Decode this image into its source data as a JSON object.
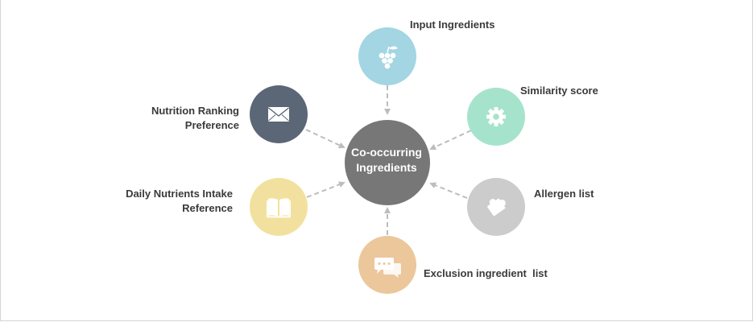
{
  "center": {
    "label_line1": "Co-occurring",
    "label_line2": "Ingredients",
    "color": "#777777"
  },
  "nodes": [
    {
      "id": "input",
      "label": "Input Ingredients",
      "color": "#a3d5e3",
      "icon": "grapes-icon"
    },
    {
      "id": "similarity",
      "label": "Similarity score",
      "color": "#a6e3cd",
      "icon": "gear-icon"
    },
    {
      "id": "allergen",
      "label": "Allergen list",
      "color": "#cccccc",
      "icon": "puzzle-icon"
    },
    {
      "id": "exclusion",
      "label": "Exclusion ingredient  list",
      "color": "#ebc79b",
      "icon": "chat-bubbles-icon"
    },
    {
      "id": "daily",
      "label_line1": "Daily Nutrients Intake",
      "label_line2": "Reference",
      "color": "#f2e19e",
      "icon": "book-icon"
    },
    {
      "id": "nutrition",
      "label_line1": "Nutrition Ranking",
      "label_line2": "Preference",
      "color": "#5b6677",
      "icon": "envelope-icon"
    }
  ],
  "connector_color": "#bdbdbd"
}
